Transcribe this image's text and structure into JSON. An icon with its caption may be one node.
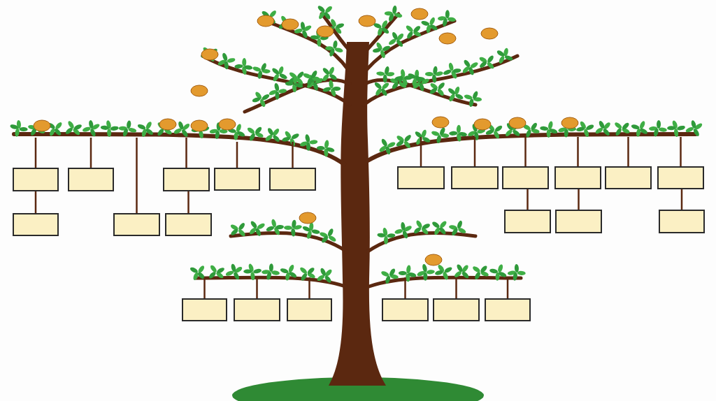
{
  "diagram": {
    "nodes": [
      {
        "text": [],
        "shape": "box"
      },
      {
        "text": [],
        "shape": "box"
      },
      {
        "text": [],
        "shape": "box"
      },
      {
        "text": [],
        "shape": "box"
      },
      {
        "text": [],
        "shape": "box"
      },
      {
        "text": [],
        "shape": "box"
      },
      {
        "text": [],
        "shape": "box"
      },
      {
        "text": [],
        "shape": "box"
      },
      {
        "text": [],
        "shape": "box"
      },
      {
        "text": [],
        "shape": "box"
      },
      {
        "text": [],
        "shape": "box"
      },
      {
        "text": [],
        "shape": "box"
      },
      {
        "text": [],
        "shape": "box"
      },
      {
        "text": [],
        "shape": "box"
      },
      {
        "text": [],
        "shape": "box"
      },
      {
        "text": [],
        "shape": "box"
      },
      {
        "text": [],
        "shape": "box"
      },
      {
        "text": [],
        "shape": "box"
      },
      {
        "text": [],
        "shape": "box"
      },
      {
        "text": [],
        "shape": "box"
      },
      {
        "text": [],
        "shape": "box"
      },
      {
        "text": [],
        "shape": "box"
      },
      {
        "text": [],
        "shape": "box"
      }
    ],
    "edges": [
      {
        "from": null,
        "to": 0,
        "arrow": "none"
      },
      {
        "from": null,
        "to": 1,
        "arrow": "none"
      },
      {
        "from": null,
        "to": 2,
        "arrow": "none"
      },
      {
        "from": null,
        "to": 3,
        "arrow": "none"
      },
      {
        "from": null,
        "to": 4,
        "arrow": "none"
      },
      {
        "from": null,
        "to": 5,
        "arrow": "none"
      },
      {
        "from": null,
        "to": 6,
        "arrow": "none"
      },
      {
        "from": null,
        "to": 7,
        "arrow": "none"
      },
      {
        "from": null,
        "to": 8,
        "arrow": "none"
      },
      {
        "from": null,
        "to": 9,
        "arrow": "none"
      },
      {
        "from": null,
        "to": 10,
        "arrow": "none"
      },
      {
        "from": 0,
        "to": 11,
        "arrow": "none"
      },
      {
        "from": null,
        "to": 12,
        "arrow": "none"
      },
      {
        "from": 2,
        "to": 13,
        "arrow": "none"
      },
      {
        "from": 7,
        "to": 14,
        "arrow": "none"
      },
      {
        "from": 8,
        "to": 15,
        "arrow": "none"
      },
      {
        "from": 10,
        "to": 16,
        "arrow": "none"
      },
      {
        "from": null,
        "to": 17,
        "arrow": "none"
      },
      {
        "from": null,
        "to": 18,
        "arrow": "none"
      },
      {
        "from": null,
        "to": 19,
        "arrow": "none"
      },
      {
        "from": null,
        "to": 20,
        "arrow": "none"
      },
      {
        "from": null,
        "to": 21,
        "arrow": "none"
      },
      {
        "from": null,
        "to": 22,
        "arrow": "none"
      }
    ]
  }
}
